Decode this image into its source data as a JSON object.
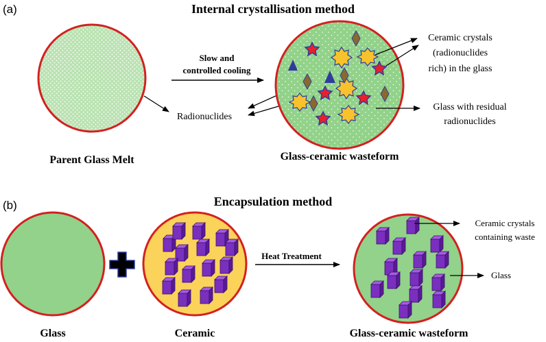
{
  "panel_a": {
    "label": "(a)",
    "title": "Internal crystallisation method",
    "arrow_label_line1": "Slow and",
    "arrow_label_line2": "controlled cooling",
    "radionuclides_label": "Radionuclides",
    "left_circle_caption": "Parent Glass Melt",
    "right_circle_caption": "Glass-ceramic wasteform",
    "ceramic_crystals_label": [
      "Ceramic crystals",
      "(radionuclides",
      "rich) in the glass"
    ],
    "glass_residual_label": [
      "Glass with residual",
      "radionuclides"
    ]
  },
  "panel_b": {
    "label": "(b)",
    "title": "Encapsulation method",
    "heat_label": "Heat Treatment",
    "glass_caption": "Glass",
    "ceramic_caption": "Ceramic",
    "wasteform_caption": "Glass-ceramic wasteform",
    "crystals_label": [
      "Ceramic crystals",
      "containing waste"
    ],
    "glass_label": "Glass"
  },
  "colors": {
    "circle_border": "#d32020",
    "glass_fill": "#92d28a",
    "ceramic_fill": "#fbd25a",
    "cube": "#7a2fbe",
    "star_red": "#e8202a",
    "star_yellow": "#f7c22b",
    "triangle": "#2f3c9c",
    "diamond": "#8a6a2c"
  }
}
